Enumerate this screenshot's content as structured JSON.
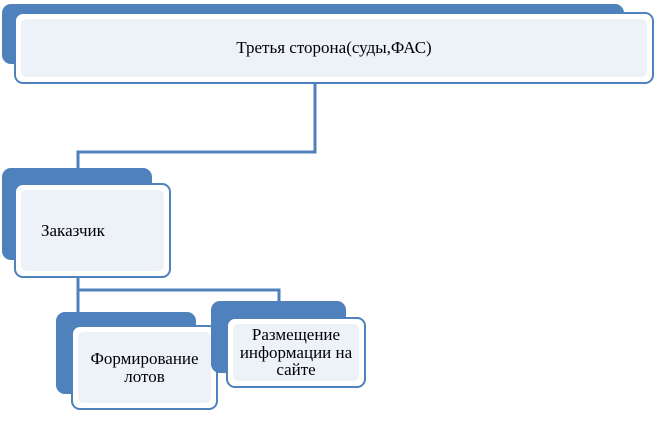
{
  "diagram": {
    "colors": {
      "accent": "#4f81bd",
      "fill": "#edf1f8",
      "border": "#4f81bd",
      "text": "#000000"
    },
    "nodes": {
      "third_party": {
        "label": "Третья сторона(суды,ФАС)"
      },
      "customer": {
        "label": "Заказчик"
      },
      "lots": {
        "label": "Формирование лотов"
      },
      "publishing": {
        "label": "Размещение информации на сайте"
      }
    },
    "edges": [
      {
        "from": "third_party",
        "to": "customer"
      },
      {
        "from": "customer",
        "to": "lots"
      },
      {
        "from": "customer",
        "to": "publishing"
      }
    ]
  }
}
